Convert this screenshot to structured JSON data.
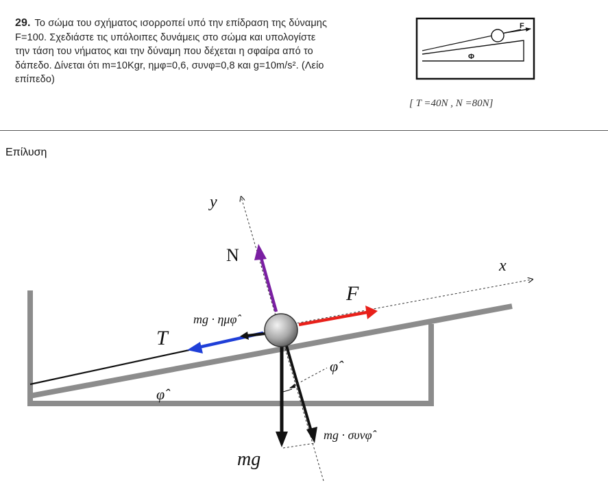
{
  "problem": {
    "number": "29.",
    "lines": [
      "Το σώμα του σχήματος ισορροπεί υπό την επίδραση της δύναμης",
      "F=100. Σχεδιάστε τις υπόλοιπες δυνάμεις στο σώμα και υπολογίστε",
      "την τάση του νήματος και την δύναμη που δέχεται η σφαίρα από το",
      "δάπεδο. Δίνεται ότι m=10Kgr, ημφ=0,6, συνφ=0,8 και g=10m/s². (Λείο",
      "επίπεδο)"
    ],
    "answer": "[ T =40N , N =80N]"
  },
  "thumbnail": {
    "force_label": "F",
    "angle_label": "Φ"
  },
  "solution_label": "Επίλυση",
  "diagram": {
    "axis_y": "y",
    "axis_x": "x",
    "normal_label": "N",
    "force_label": "F",
    "tension_label": "T",
    "weight_label": "mg",
    "weight_parallel_label": "mg · ημφ̂",
    "weight_perp_label": "mg · συνφ̂",
    "angle_label_incline": "φ̂",
    "angle_label_weight": "φ̂",
    "colors": {
      "normal": "#7a1fa2",
      "force": "#e8201a",
      "tension": "#1f3fd8",
      "structure": "#8c8c8c"
    }
  }
}
